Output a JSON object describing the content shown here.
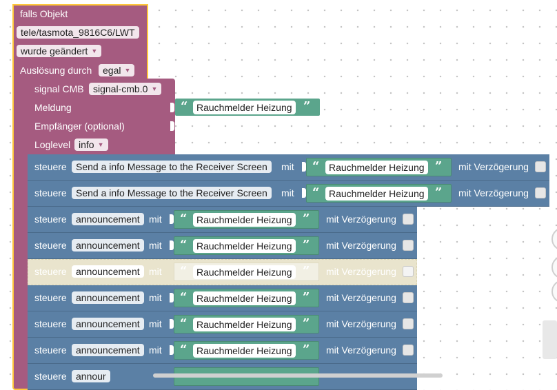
{
  "trigger": {
    "title": "falls Objekt",
    "object_id": "tele/tasmota_9816C6/LWT",
    "condition": "wurde geändert",
    "trigger_label": "Auslösung durch",
    "trigger_value": "egal"
  },
  "signal": {
    "label": "signal CMB",
    "instance": "signal-cmb.0",
    "message_label": "Meldung",
    "message_value": "Rauchmelder Heizung",
    "receiver_label": "Empfänger (optional)",
    "loglevel_label": "Loglevel",
    "loglevel_value": "info"
  },
  "control_blocks": [
    {
      "verb": "steuere",
      "target": "Send a info Message to the Receiver Screen",
      "with": "mit",
      "value": "Rauchmelder Heizung",
      "delay_label": "mit Verzögerung",
      "disabled": false
    },
    {
      "verb": "steuere",
      "target": "Send a info Message to the Receiver Screen",
      "with": "mit",
      "value": "Rauchmelder Heizung",
      "delay_label": "mit Verzögerung",
      "disabled": false
    },
    {
      "verb": "steuere",
      "target": "announcement",
      "with": "mit",
      "value": "Rauchmelder Heizung",
      "delay_label": "mit Verzögerung",
      "disabled": false
    },
    {
      "verb": "steuere",
      "target": "announcement",
      "with": "mit",
      "value": "Rauchmelder Heizung",
      "delay_label": "mit Verzögerung",
      "disabled": false
    },
    {
      "verb": "steuere",
      "target": "announcement",
      "with": "mit",
      "value": "Rauchmelder Heizung",
      "delay_label": "mit Verzögerung",
      "disabled": true
    },
    {
      "verb": "steuere",
      "target": "announcement",
      "with": "mit",
      "value": "Rauchmelder Heizung",
      "delay_label": "mit Verzögerung",
      "disabled": false
    },
    {
      "verb": "steuere",
      "target": "announcement",
      "with": "mit",
      "value": "Rauchmelder Heizung",
      "delay_label": "mit Verzögerung",
      "disabled": false
    },
    {
      "verb": "steuere",
      "target": "announcement",
      "with": "mit",
      "value": "Rauchmelder Heizung",
      "delay_label": "mit Verzögerung",
      "disabled": false
    },
    {
      "verb": "steuere",
      "target": "annour",
      "with": "",
      "value": "",
      "delay_label": "",
      "disabled": false
    }
  ],
  "colors": {
    "trigger": "#a55b80",
    "selected_border": "#ffc73a",
    "control": "#5b80a5",
    "string": "#5ba58c",
    "disabled": "#e9e4cd"
  }
}
